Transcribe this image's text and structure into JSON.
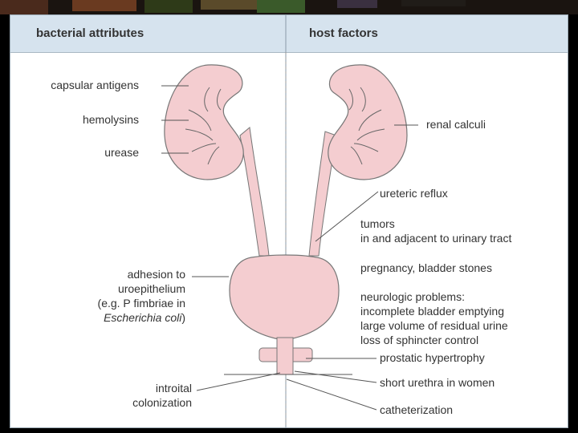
{
  "header": {
    "left_title": "bacterial attributes",
    "right_title": "host factors"
  },
  "left_labels": {
    "capsular_antigens": "capsular antigens",
    "hemolysins": "hemolysins",
    "urease": "urease",
    "adhesion_line1": "adhesion to",
    "adhesion_line2": "uroepithelium",
    "adhesion_line3": "(e.g. P fimbriae in",
    "adhesion_line4_italic": "Escherichia coli",
    "adhesion_line4_close": ")",
    "introital_line1": "introital",
    "introital_line2": "colonization"
  },
  "right_labels": {
    "renal_calculi": "renal calculi",
    "ureteric_reflux": "ureteric reflux",
    "tumors_line1": "tumors",
    "tumors_line2": "in and adjacent to urinary tract",
    "pregnancy": "pregnancy, bladder stones",
    "neuro_line1": "neurologic problems:",
    "neuro_line2": "incomplete bladder emptying",
    "neuro_line3": "large volume of residual urine",
    "neuro_line4": "loss of sphincter control",
    "prostatic": "prostatic hypertrophy",
    "short_urethra": "short urethra in women",
    "catheterization": "catheterization"
  },
  "colors": {
    "organ_fill": "#f4cdd0",
    "organ_stroke": "#777777",
    "header_bg": "#d6e3ee",
    "leader_line": "#555555"
  }
}
